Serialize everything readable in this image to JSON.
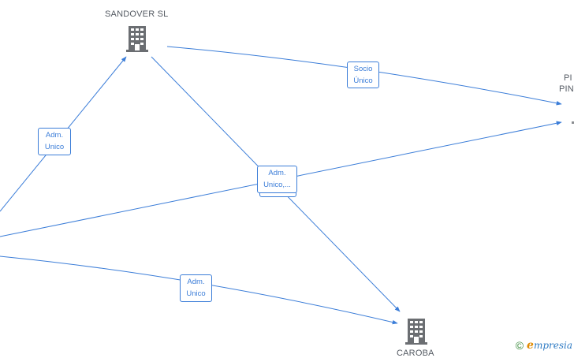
{
  "nodes": {
    "sandover": {
      "label": "SANDOVER  SL",
      "icon": "building-icon"
    },
    "right_top": {
      "label_line1": "PI",
      "label_line2": "PIN"
    },
    "caroba": {
      "label": "CAROBA"
    }
  },
  "edges": {
    "socio_unico": {
      "line1": "Socio",
      "line2": "Único"
    },
    "adm_unico_left": {
      "line1": "Adm.",
      "line2": "Unico"
    },
    "adm_unico_multi": {
      "line1": "Adm.",
      "line2": "Unico,..."
    },
    "adm_unico_bottom": {
      "line1": "Adm.",
      "line2": "Unico"
    }
  },
  "watermark": {
    "copyright": "©",
    "brand_first": "e",
    "brand_rest": "mpresia"
  },
  "colors": {
    "edge": "#3b7dd8",
    "icon": "#6b6e72",
    "text": "#555b63"
  }
}
